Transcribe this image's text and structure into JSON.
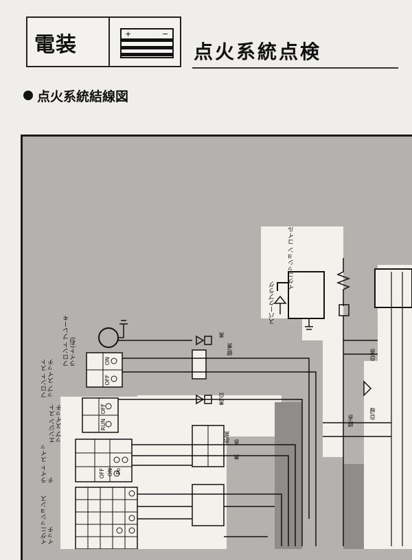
{
  "header": {
    "category": "電装",
    "title": "点火系統点検"
  },
  "section": {
    "subtitle": "点火系統結線図"
  },
  "components": {
    "ignition_coil": "イグニッション コイル",
    "spark_plug": "スパークプラグ",
    "front_brake_light": "フロント ブレーキ ライト(右)",
    "front_stop_switch": "フロント ストップ スイッチ",
    "engine_stop_switch": "エンジン ストップ スイッチ",
    "light_switch": "ライト スイッチ",
    "ignition_switch": "イグニッションスイッチ"
  },
  "switch_states": {
    "front_stop": [
      "OFF",
      "ON"
    ],
    "engine_stop": [
      "RUN",
      "OFF"
    ],
    "light": [
      "OFF",
      "ON",
      "Po"
    ]
  },
  "wire_colors": {
    "black": "黒",
    "green_yellow": "緑/黄",
    "black_white": "黒/白",
    "red_black": "赤/黒",
    "red": "赤",
    "yellow": "黄",
    "white_red": "白/赤",
    "white_green": "白/緑",
    "green_red": "緑/赤"
  },
  "colors": {
    "paper": "#efeeea",
    "diagram_gray": "#b4b2ae",
    "ink": "#111111"
  }
}
